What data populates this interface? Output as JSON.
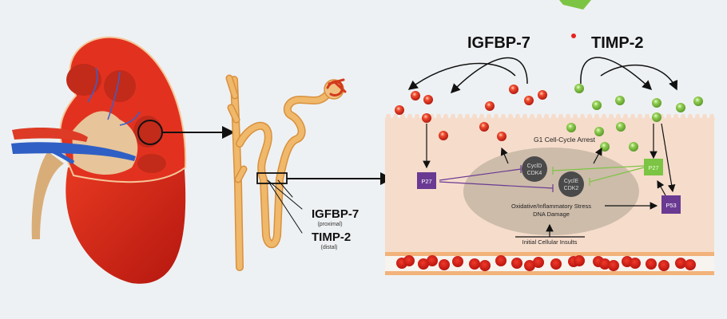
{
  "title": {
    "marker_a": "IGFBP-7",
    "marker_b": "TIMP-2",
    "dot_color": "#e8231d"
  },
  "nephron_labels": {
    "igfbp": "IGFBP-7",
    "igfbp_sub": "(proximal)",
    "timp": "TIMP-2",
    "timp_sub": "(distal)"
  },
  "cell": {
    "g1_label": "G1 Cell-Cycle Arrest",
    "p27_left": "P27",
    "p27_right": "P27",
    "p53": "P53",
    "cycd_line1": "CyclD",
    "cycd_line2": "CDK4",
    "cyce_line1": "CyclE",
    "cyce_line2": "CDK2",
    "stress_line1": "Oxidative/Inflammatory Stress",
    "stress_line2": "DNA Damage",
    "insults": "Initial Cellular Insults"
  },
  "colors": {
    "red_marker": "#e0321e",
    "green_marker": "#8cc84b",
    "purple_box": "#6a3a93",
    "green_box": "#7cc443",
    "kidney_red": "#d9261c",
    "tubule": "#f0b86a",
    "vein_blue": "#2f5fc4",
    "cell_bg": "#f6d9c8",
    "ellipse": "#c9b8a6",
    "cyclin_node": "#4a4a4a"
  }
}
